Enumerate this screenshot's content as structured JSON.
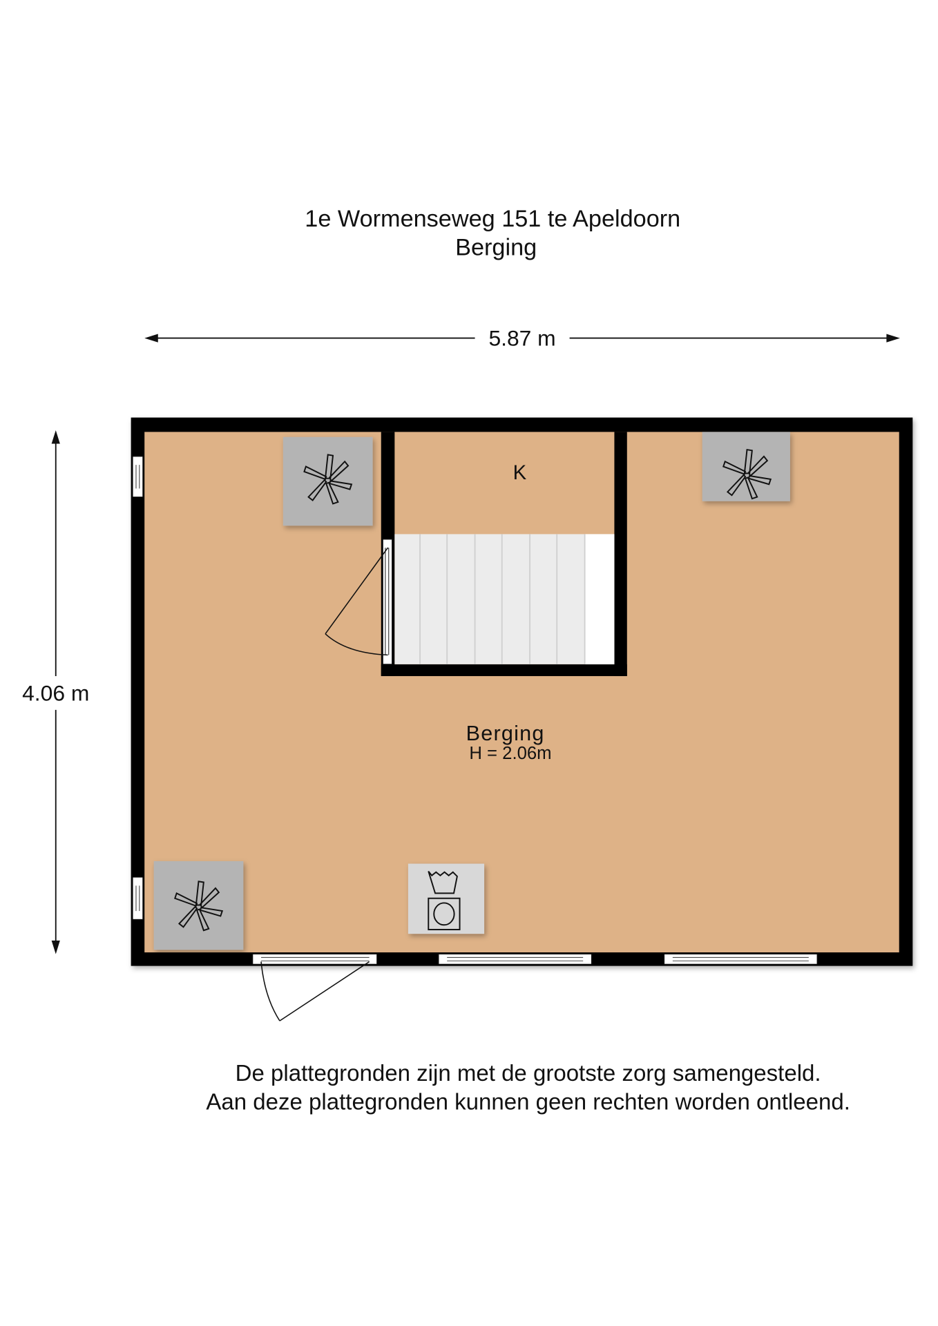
{
  "header": {
    "address": "1e Wormenseweg 151 te Apeldoorn",
    "floor": "Berging"
  },
  "dimensions": {
    "width_label": "5.87 m",
    "depth_label": "4.06 m"
  },
  "rooms": {
    "main": {
      "name": "Berging",
      "height": "H = 2.06m"
    },
    "closet": {
      "name": "K"
    }
  },
  "colors": {
    "floor": "#DEB287",
    "wall": "#000000",
    "furniture": "#B4B4B4",
    "stairs": "#ECECEC"
  },
  "footer": {
    "line1": "De plattegronden zijn met de grootste zorg samengesteld.",
    "line2": "Aan deze plattegronden kunnen geen rechten worden ontleend."
  }
}
